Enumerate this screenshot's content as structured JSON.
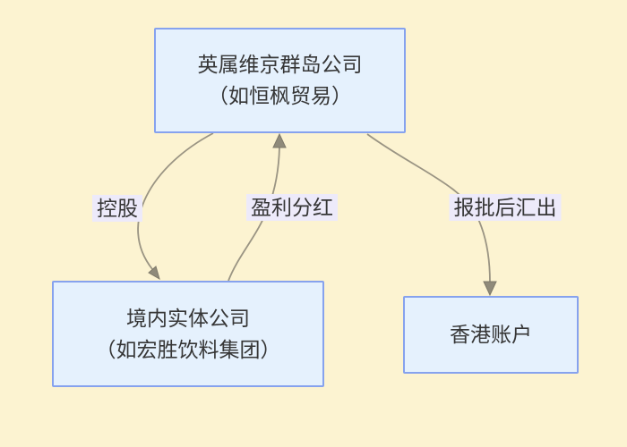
{
  "diagram": {
    "nodes": [
      {
        "id": "bvi",
        "lines": [
          "英属维京群岛公司",
          "（如恒枫贸易）"
        ]
      },
      {
        "id": "domestic",
        "lines": [
          "境内实体公司",
          "（如宏胜饮料集团）"
        ]
      },
      {
        "id": "hk",
        "lines": [
          "香港账户"
        ]
      }
    ],
    "edges": [
      {
        "from": "bvi",
        "to": "domestic",
        "label": "控股"
      },
      {
        "from": "domestic",
        "to": "bvi",
        "label": "盈利分红"
      },
      {
        "from": "bvi",
        "to": "hk",
        "label": "报批后汇出"
      }
    ],
    "colors": {
      "background": "#fcf3d1",
      "node_fill": "#e5f1fd",
      "node_border": "#86a2ee",
      "edge_line": "#9a9483",
      "arrowhead": "#8f8a7a",
      "edge_label_bg": "#edeafa",
      "text": "#363636"
    }
  }
}
